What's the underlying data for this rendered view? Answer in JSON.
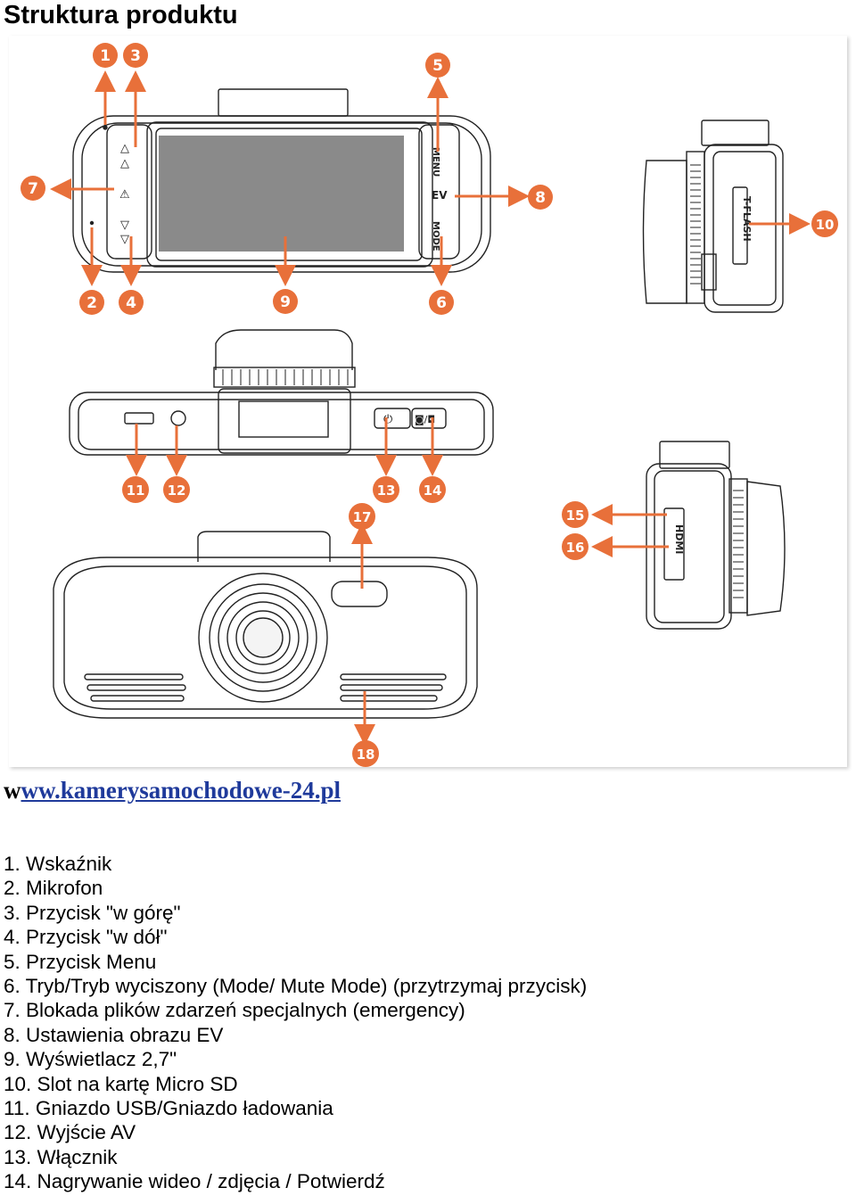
{
  "page_title": "Struktura produktu",
  "url": {
    "prefix": "w",
    "link_text": "ww.kamerysamochodowe-24.pl"
  },
  "colors": {
    "callout": "#e8703a",
    "link": "#1f3a9b",
    "line": "#222222",
    "screen": "#8a8a8a"
  },
  "diagram": {
    "callouts": [
      "1",
      "2",
      "3",
      "4",
      "5",
      "6",
      "7",
      "8",
      "9",
      "10",
      "11",
      "12",
      "13",
      "14",
      "15",
      "16",
      "17",
      "18"
    ],
    "device_labels": {
      "menu": "MENU",
      "ev": "EV",
      "mode": "MODE",
      "tflash": "T-FLASH",
      "hdmi": "HDMI"
    }
  },
  "legend": [
    "1. Wskaźnik",
    "2. Mikrofon",
    "3. Przycisk \"w górę\"",
    "4. Przycisk \"w dół\"",
    "5. Przycisk Menu",
    "6. Tryb/Tryb wyciszony (Mode/ Mute Mode) (przytrzymaj przycisk)",
    "7. Blokada plików zdarzeń specjalnych (emergency)",
    "8. Ustawienia obrazu EV",
    "9. Wyświetlacz 2,7\"",
    "10. Slot na kartę Micro SD",
    "11. Gniazdo USB/Gniazdo ładowania",
    "12. Wyjście AV",
    "13. Włącznik",
    "14. Nagrywanie wideo / zdjęcia / Potwierdź"
  ]
}
